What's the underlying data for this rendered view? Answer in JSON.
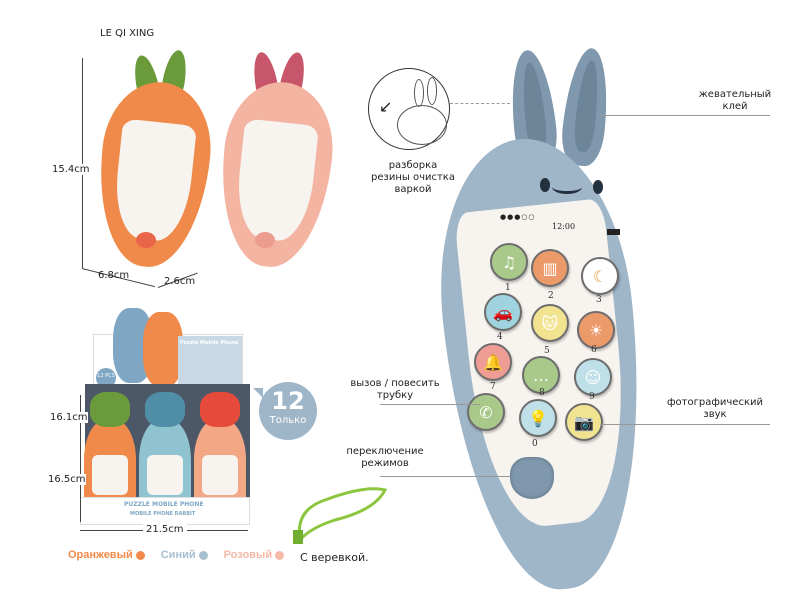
{
  "brand": "LE QI XING",
  "dimensions": {
    "height_phone": "15.4cm",
    "width_phone": "6.8cm",
    "depth_phone": "2.6cm",
    "box_height_1": "16.1cm",
    "box_height_2": "16.5cm",
    "box_width": "21.5cm"
  },
  "display_box": {
    "title": "PUZZLE MOBILE PHONE",
    "subtitle": "MOBILE PHONE RABBIT",
    "lid_title": "Puzzle Mobile Phone",
    "badge": "12 PCS"
  },
  "quantity_bubble": {
    "number": "12",
    "label": "Только"
  },
  "colors_legend": [
    {
      "label": "Оранжевый",
      "color": "#f08a4b"
    },
    {
      "label": "Синий",
      "color": "#a9bfd0"
    },
    {
      "label": "Розовый",
      "color": "#f4b9a7"
    }
  ],
  "lanyard_label": "С веревкой.",
  "annotations": {
    "chewing_gum": "жевательный клей",
    "disassembly": "разборка резины очистка варкой",
    "call_hangup": "вызов / повесить трубку",
    "photo_sound": "фотографический звук",
    "mode_switch": "переключение режимов"
  },
  "phone_screen": {
    "time": "12:00",
    "signal": "●●●○○",
    "icons": [
      "battery-icon"
    ]
  },
  "keypad": [
    {
      "digit": "1",
      "icon": "music-notes-icon",
      "color": "#a9c98a"
    },
    {
      "digit": "2",
      "icon": "piano-icon",
      "color": "#ec9a6a"
    },
    {
      "digit": "3",
      "icon": "moon-baby-icon",
      "color": "#ffffff"
    },
    {
      "digit": "4",
      "icon": "car-icon",
      "color": "#9fd3e0"
    },
    {
      "digit": "5",
      "icon": "cat-icon",
      "color": "#f2e391"
    },
    {
      "digit": "6",
      "icon": "sun-icon",
      "color": "#ec9a6a"
    },
    {
      "digit": "7",
      "icon": "bell-icon",
      "color": "#ee9c94"
    },
    {
      "digit": "8",
      "icon": "chat-icon",
      "color": "#a9c98a"
    },
    {
      "digit": "9",
      "icon": "baby-face-icon",
      "color": "#bfe0e8"
    },
    {
      "digit": "",
      "icon": "phone-handset-icon",
      "color": "#a9c98a"
    },
    {
      "digit": "0",
      "icon": "lightbulb-icon",
      "color": "#bfe0e8"
    },
    {
      "digit": "",
      "icon": "camera-icon",
      "color": "#f2e391"
    }
  ],
  "colors": {
    "blue_body": "#9fb5c8",
    "orange_body": "#f08a4b",
    "pink_body": "#f3b4a2",
    "green_ear": "#6a9a3a"
  }
}
